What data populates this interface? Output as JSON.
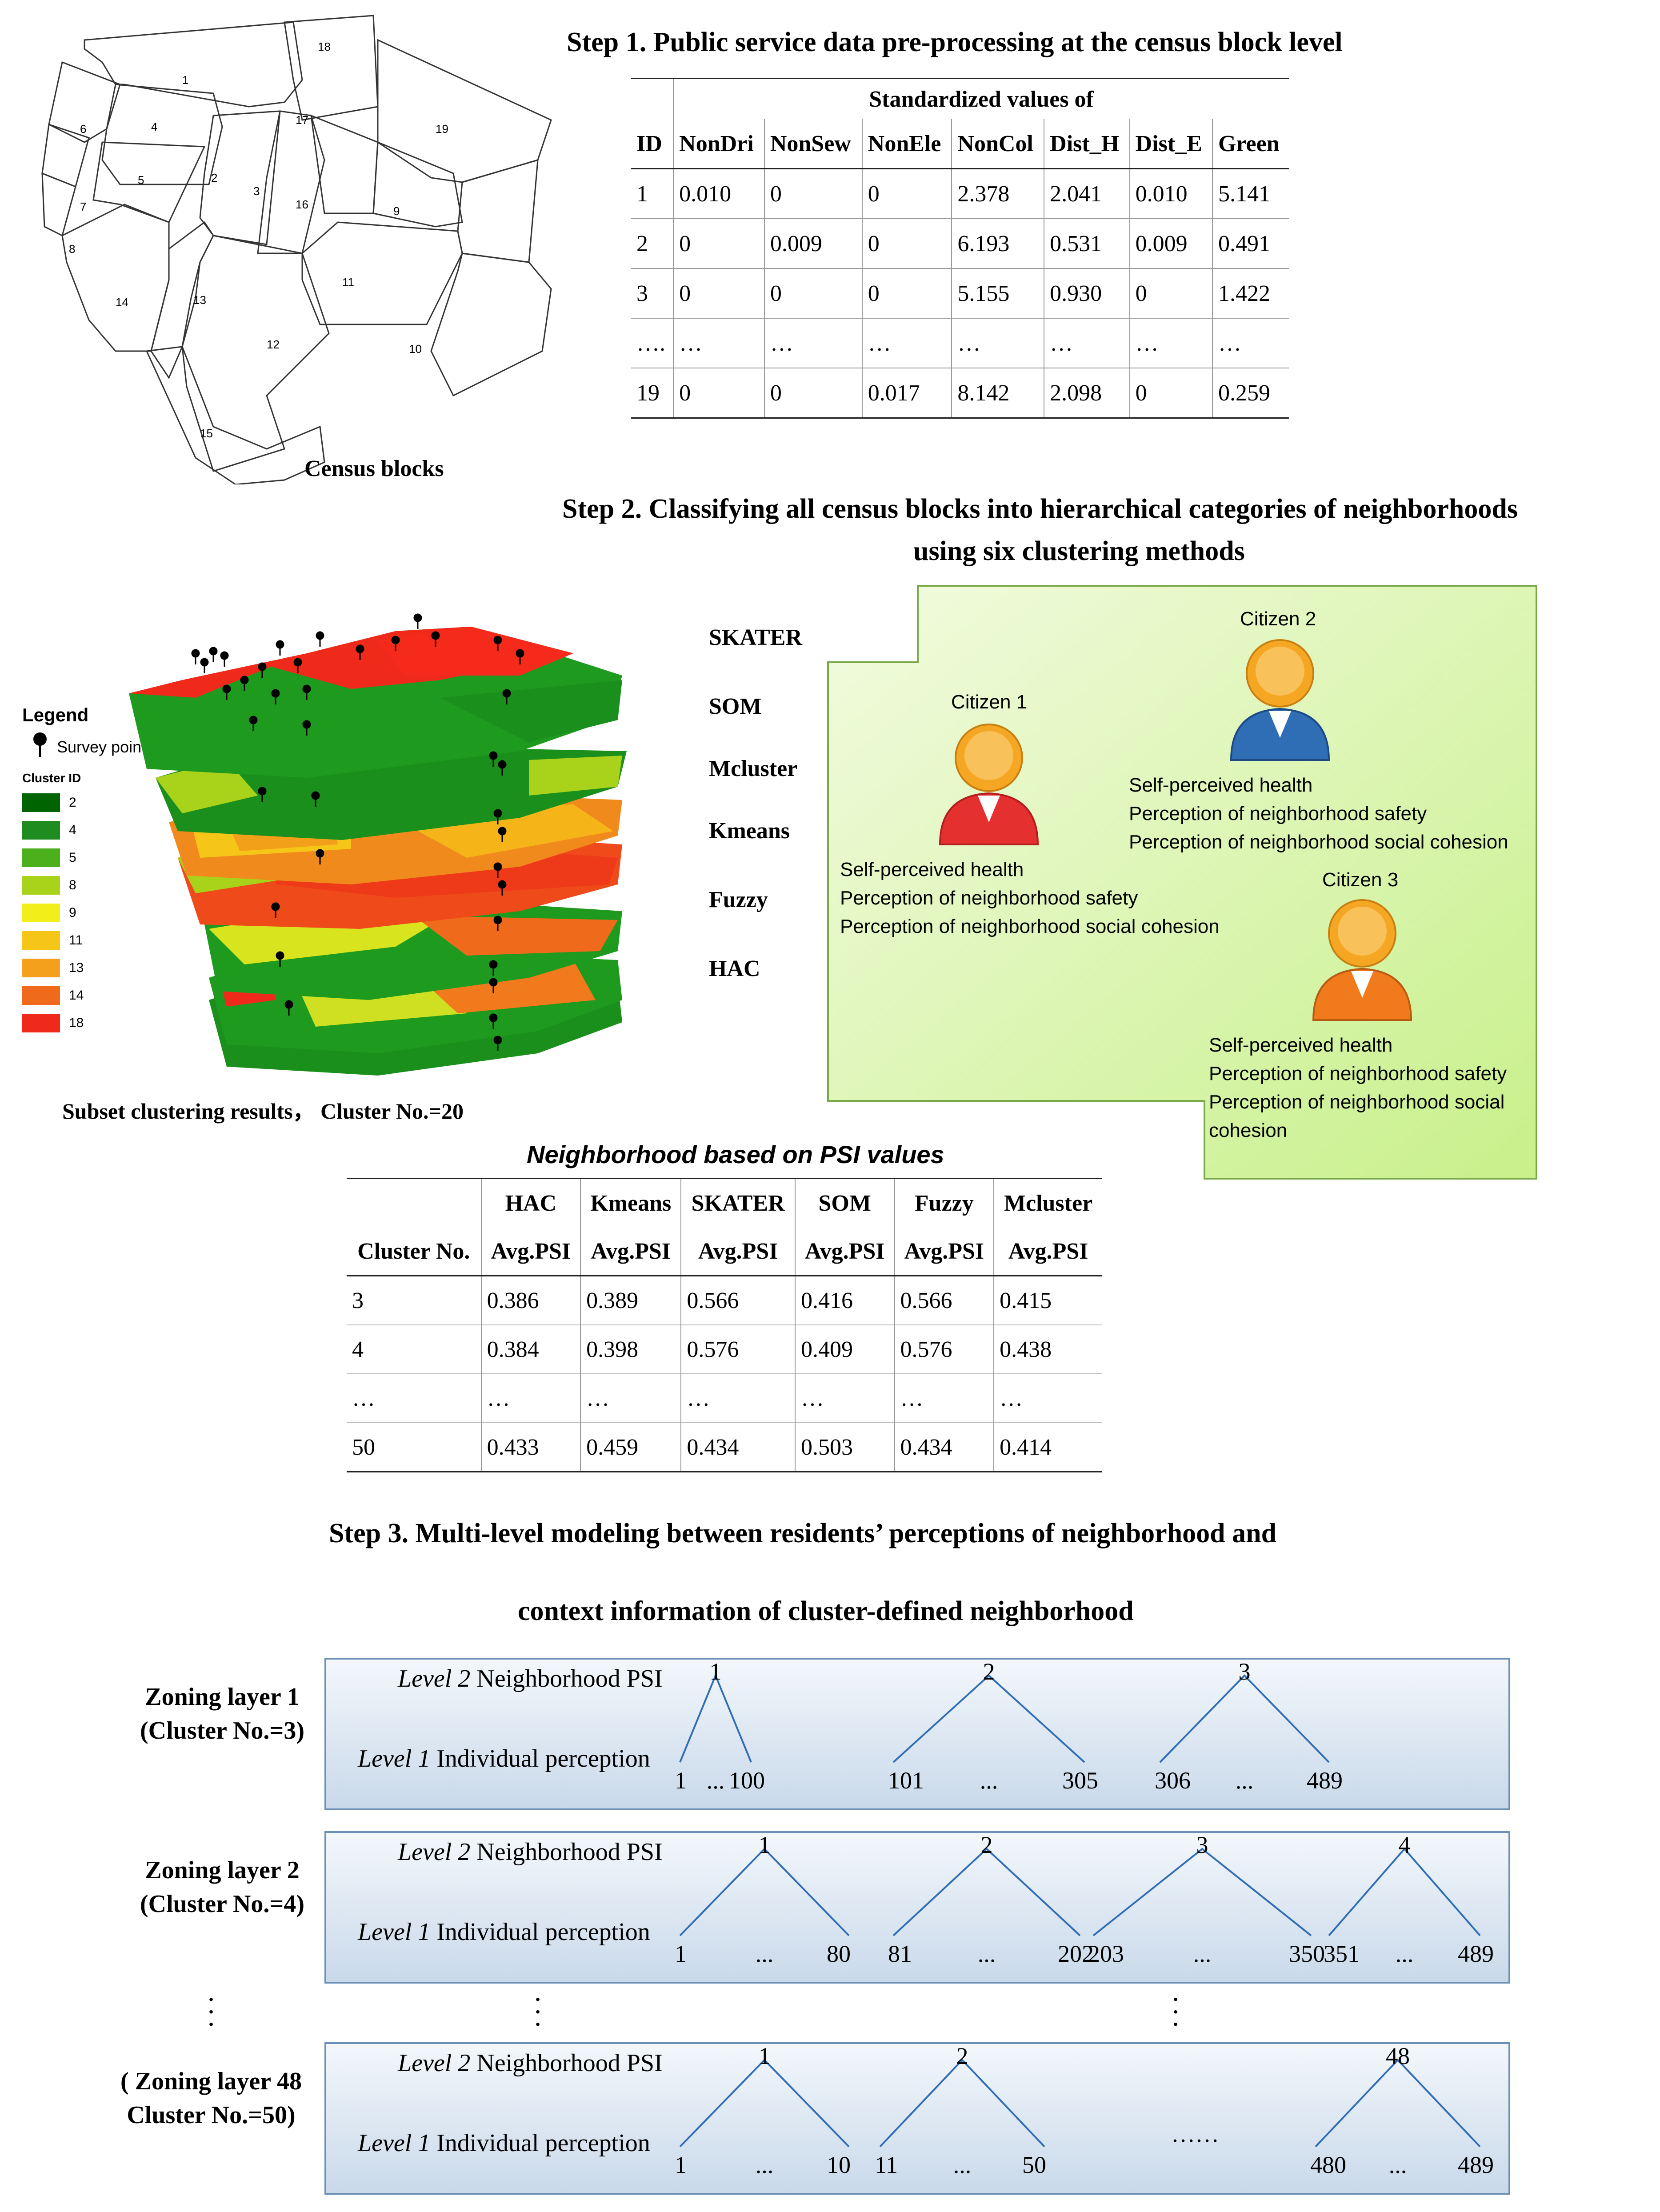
{
  "step1": {
    "title": "Step 1. Public service data pre-processing at the census block level",
    "map_caption": "Census blocks",
    "block_ids": [
      "1",
      "2",
      "3",
      "4",
      "5",
      "6",
      "7",
      "8",
      "9",
      "10",
      "11",
      "12",
      "13",
      "14",
      "15",
      "16",
      "17",
      "18",
      "19"
    ],
    "table": {
      "group_header": "Standardized values of",
      "columns": [
        "ID",
        "NonDri",
        "NonSew",
        "NonEle",
        "NonCol",
        "Dist_H",
        "Dist_E",
        "Green"
      ],
      "rows": [
        [
          "1",
          "0.010",
          "0",
          "0",
          "2.378",
          "2.041",
          "0.010",
          "5.141"
        ],
        [
          "2",
          "0",
          "0.009",
          "0",
          "6.193",
          "0.531",
          "0.009",
          "0.491"
        ],
        [
          "3",
          "0",
          "0",
          "0",
          "5.155",
          "0.930",
          "0",
          "1.422"
        ],
        [
          "….",
          "…",
          "…",
          "…",
          "…",
          "…",
          "…",
          "…"
        ],
        [
          "19",
          "0",
          "0",
          "0.017",
          "8.142",
          "2.098",
          "0",
          "0.259"
        ]
      ]
    }
  },
  "step2": {
    "title_line1": "Step 2. Classifying all census blocks into hierarchical categories of neighborhoods",
    "title_line2": "using six clustering methods",
    "legend": {
      "title": "Legend",
      "survey_point": "Survey point",
      "cluster_id_label": "Cluster ID",
      "items": [
        {
          "label": "2",
          "color": "#006400"
        },
        {
          "label": "4",
          "color": "#1e8c1e"
        },
        {
          "label": "5",
          "color": "#4caf1c"
        },
        {
          "label": "8",
          "color": "#a9d21a"
        },
        {
          "label": "9",
          "color": "#f2ee1a"
        },
        {
          "label": "11",
          "color": "#f5c518"
        },
        {
          "label": "13",
          "color": "#f5a01c"
        },
        {
          "label": "14",
          "color": "#ef6a1a"
        },
        {
          "label": "18",
          "color": "#f02a1a"
        }
      ]
    },
    "method_labels": [
      "SKATER",
      "SOM",
      "Mcluster",
      "Kmeans",
      "Fuzzy",
      "HAC"
    ],
    "subset_caption": "Subset clustering results， Cluster No.=20",
    "citizens": [
      {
        "name": "Citizen 1",
        "color": "#e53030",
        "lines": [
          "Self-perceived health",
          "Perception of neighborhood safety",
          "Perception of neighborhood social cohesion"
        ]
      },
      {
        "name": "Citizen 2",
        "color": "#2f6db5",
        "lines": [
          "Self-perceived health",
          "Perception of neighborhood safety",
          "Perception of neighborhood social cohesion"
        ]
      },
      {
        "name": "Citizen 3",
        "color": "#f07a1c",
        "lines": [
          "Self-perceived health",
          "Perception of neighborhood safety",
          "Perception of neighborhood social",
          "cohesion"
        ]
      }
    ],
    "psi_table": {
      "title": "Neighborhood based on PSI values",
      "methods": [
        "",
        "HAC",
        "Kmeans",
        "SKATER",
        "SOM",
        "Fuzzy",
        "Mcluster"
      ],
      "subheader": [
        "Cluster No.",
        "Avg.PSI",
        "Avg.PSI",
        "Avg.PSI",
        "Avg.PSI",
        "Avg.PSI",
        "Avg.PSI"
      ],
      "rows": [
        [
          "3",
          "0.386",
          "0.389",
          "0.566",
          "0.416",
          "0.566",
          "0.415"
        ],
        [
          "4",
          "0.384",
          "0.398",
          "0.576",
          "0.409",
          "0.576",
          "0.438"
        ],
        [
          "…",
          "…",
          "…",
          "…",
          "…",
          "…",
          "…"
        ],
        [
          "50",
          "0.433",
          "0.459",
          "0.434",
          "0.503",
          "0.434",
          "0.414"
        ]
      ]
    }
  },
  "step3": {
    "title_line1": "Step 3. Multi-level modeling between residents’ perceptions of neighborhood and",
    "title_line2": "context information of cluster-defined neighborhood",
    "level2_italic": "Level 2",
    "level2_text": "Neighborhood PSI",
    "level1_italic": "Level 1",
    "level1_text": "Individual perception",
    "layers": [
      {
        "label_line1": "Zoning layer 1",
        "label_line2": "(Cluster No.=3)",
        "groups": [
          {
            "top": "1",
            "left": "1",
            "dots": "...",
            "right": "100"
          },
          {
            "top": "2",
            "left": "101",
            "dots": "...",
            "right": "305"
          },
          {
            "top": "3",
            "left": "306",
            "dots": "...",
            "right": "489"
          }
        ]
      },
      {
        "label_line1": "Zoning layer 2",
        "label_line2": "(Cluster No.=4)",
        "groups": [
          {
            "top": "1",
            "left": "1",
            "dots": "...",
            "right": "80"
          },
          {
            "top": "2",
            "left": "81",
            "dots": "...",
            "right": "202"
          },
          {
            "top": "3",
            "left": "203",
            "dots": "...",
            "right": "350"
          },
          {
            "top": "4",
            "left": "351",
            "dots": "...",
            "right": "489"
          }
        ]
      },
      {
        "label_line1": "( Zoning layer 48",
        "label_line2": "Cluster No.=50)",
        "groups": [
          {
            "top": "1",
            "left": "1",
            "dots": "...",
            "right": "10"
          },
          {
            "top": "2",
            "left": "11",
            "dots": "...",
            "right": "50"
          },
          {
            "top": "48",
            "left": "480",
            "dots": "...",
            "right": "489"
          }
        ],
        "ellipsis": "……"
      }
    ]
  }
}
